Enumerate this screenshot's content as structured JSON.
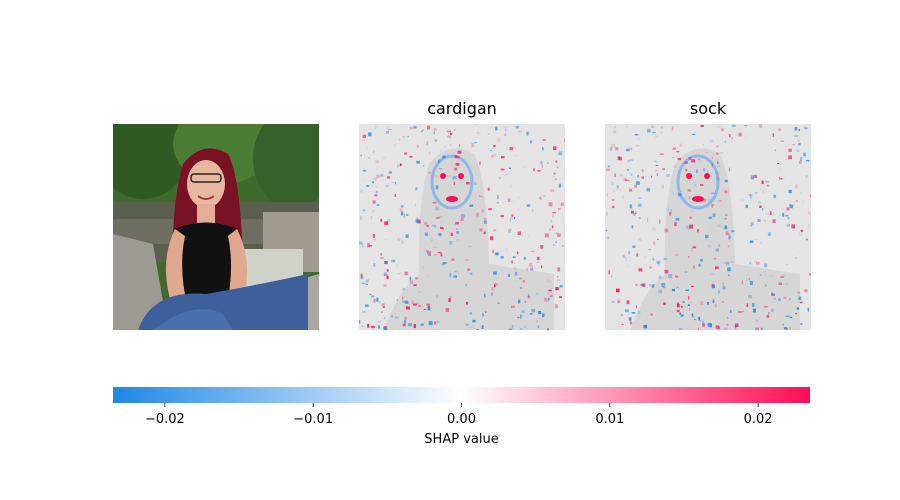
{
  "panels": {
    "original": {
      "description_icon": "photo-icon"
    },
    "cardigan": {
      "title": "cardigan"
    },
    "sock": {
      "title": "sock"
    }
  },
  "chart_data": {
    "type": "heatmap",
    "colorbar": {
      "label": "SHAP value",
      "range": [
        -0.0235,
        0.0235
      ],
      "ticks": [
        -0.02,
        -0.01,
        0.0,
        0.01,
        0.02
      ],
      "tick_labels": [
        "−0.02",
        "−0.01",
        "0.00",
        "0.01",
        "0.02"
      ],
      "colors": {
        "negative": "#1e88e5",
        "zero": "#ffffff",
        "positive": "#ff0d57"
      }
    },
    "series": [
      {
        "name": "cardigan"
      },
      {
        "name": "sock"
      }
    ]
  }
}
